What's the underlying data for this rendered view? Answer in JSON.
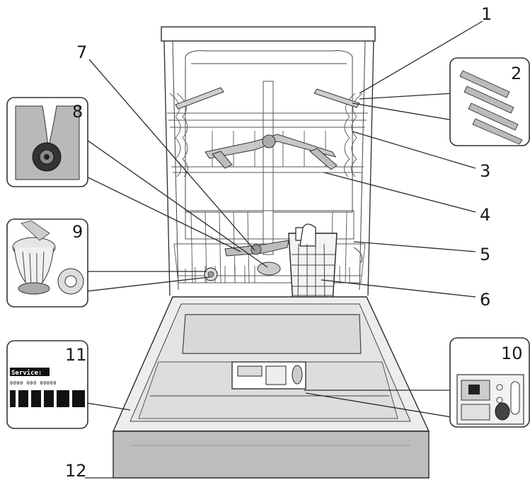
{
  "callouts": [
    "1",
    "2",
    "3",
    "4",
    "5",
    "6",
    "7",
    "8",
    "9",
    "10",
    "11",
    "12"
  ],
  "rating_plate": {
    "service_label": "Service:",
    "service_number": "0000 000 00000"
  },
  "colors": {
    "line": "#2a2a2a",
    "panel_fill": "#d8d8d8",
    "door_fill": "#e6e6e6",
    "dark_fill": "#b5b5b5"
  }
}
